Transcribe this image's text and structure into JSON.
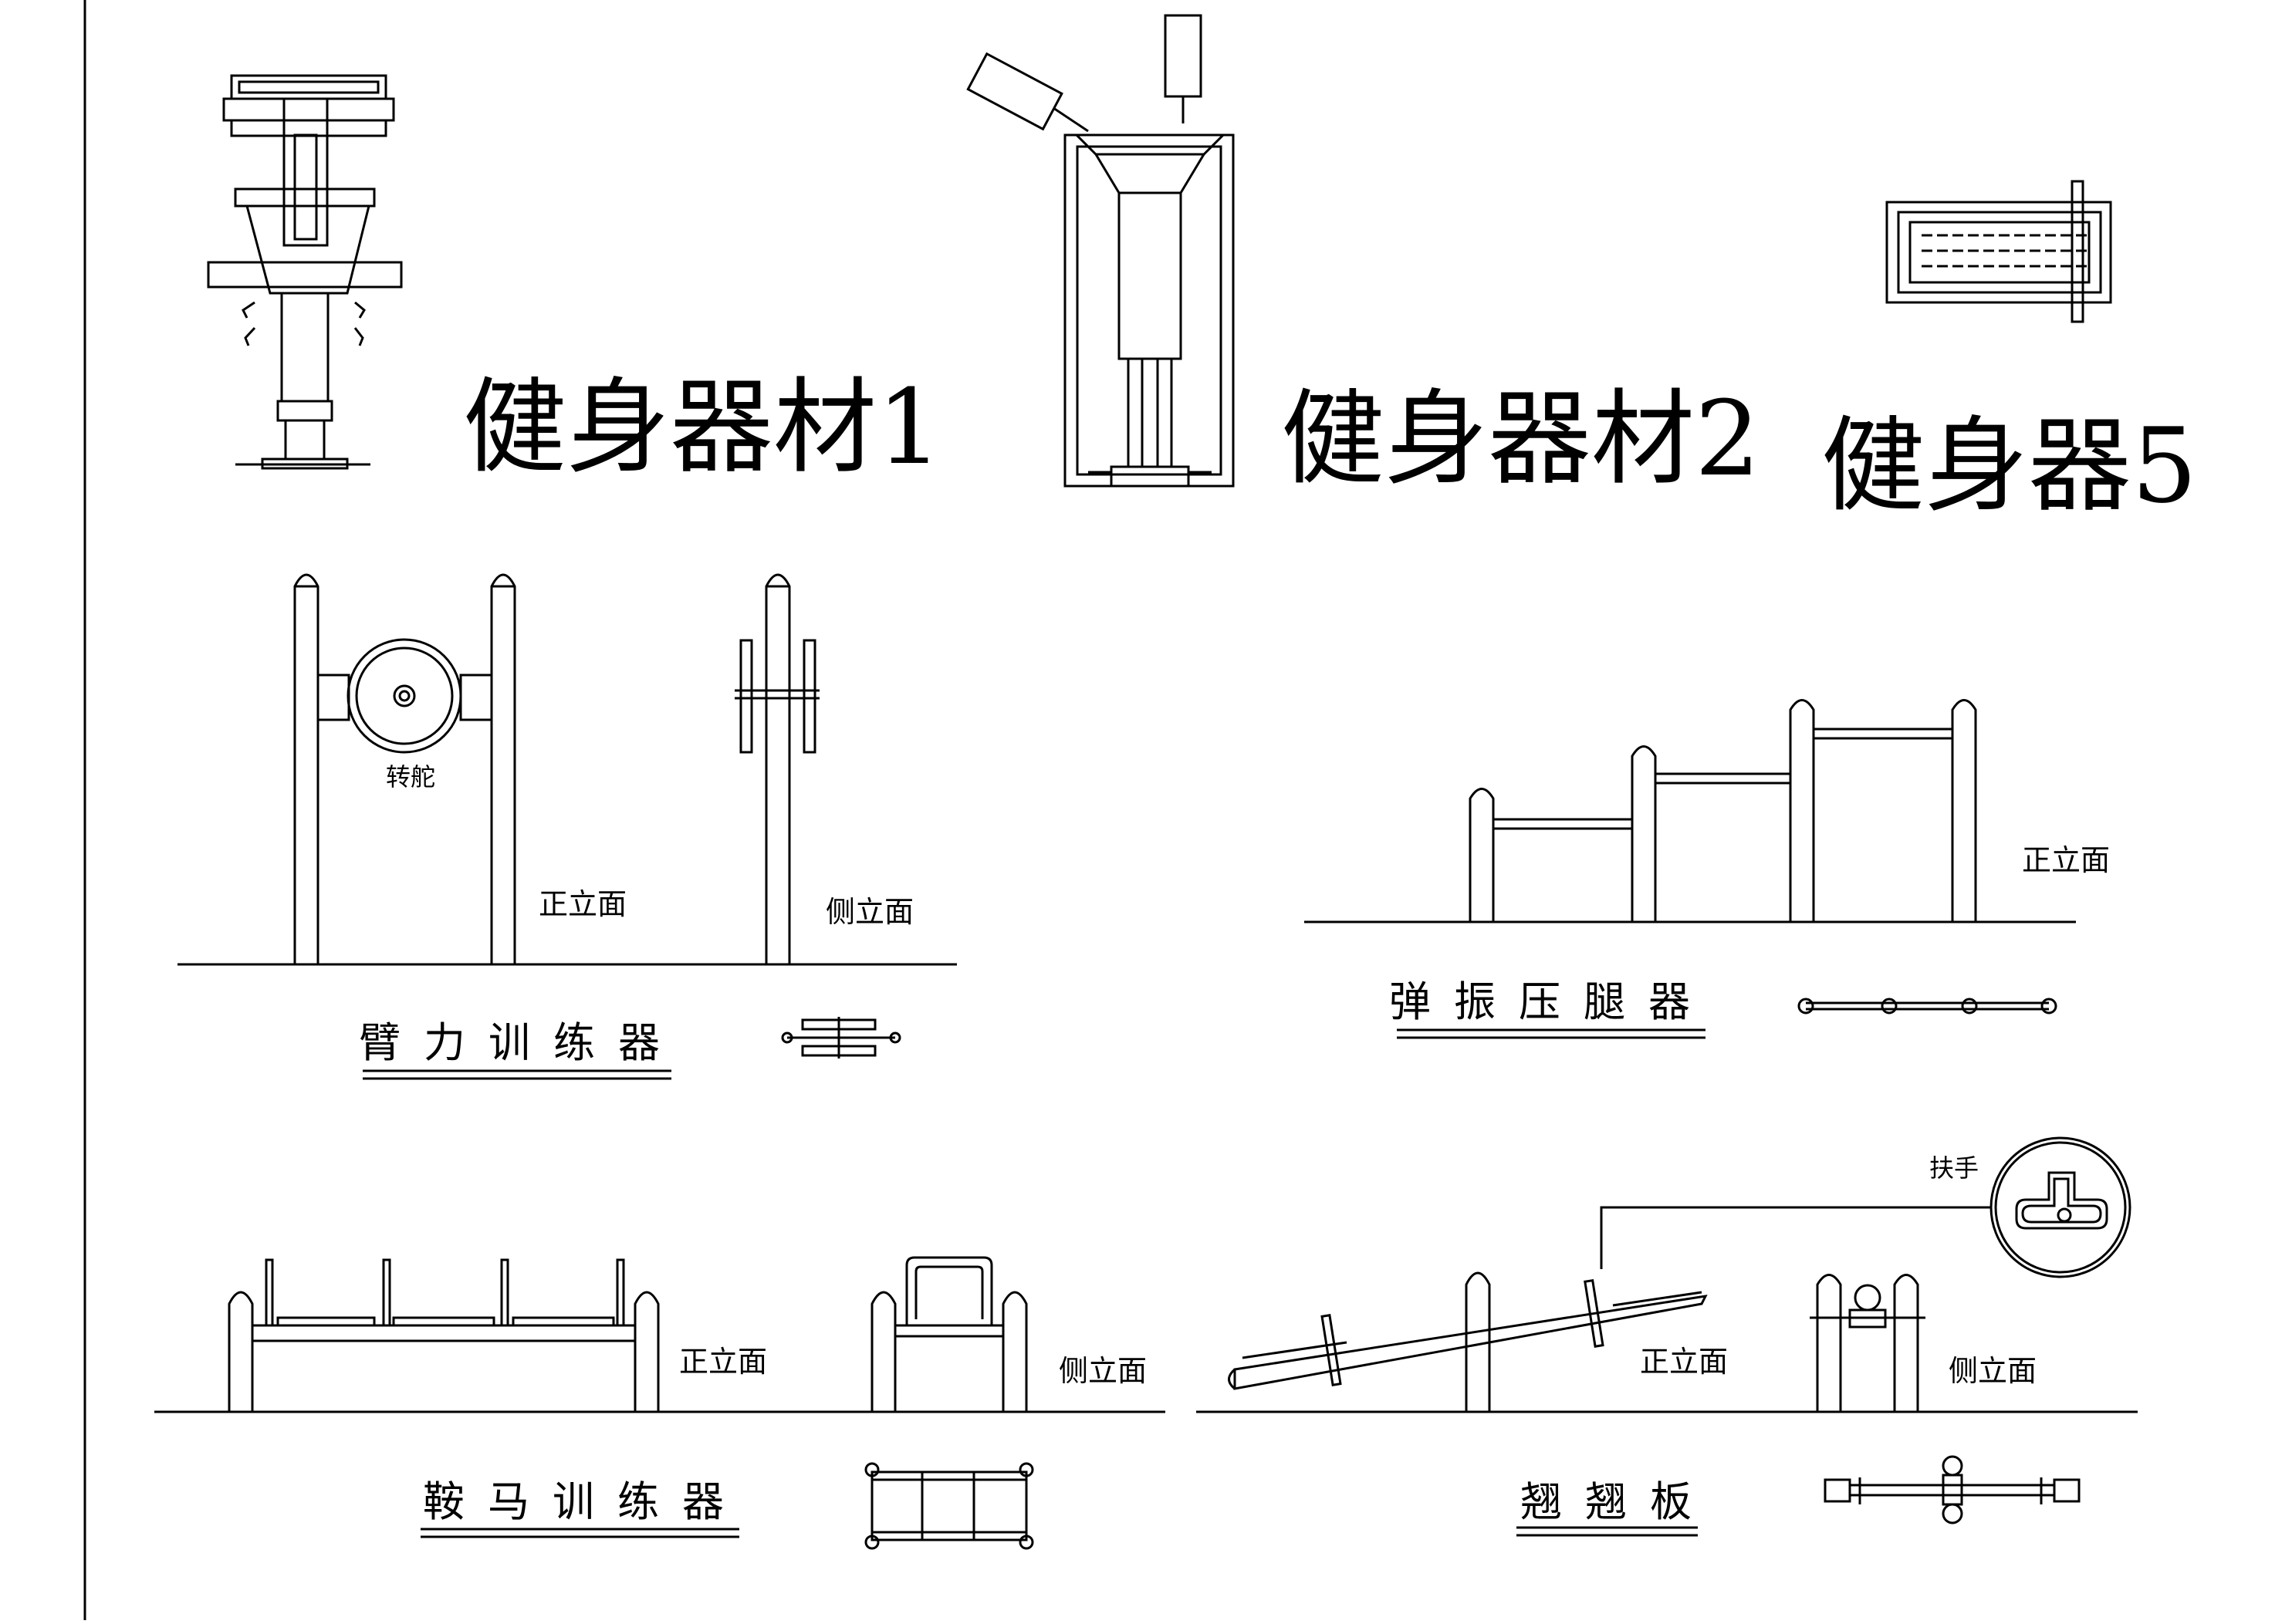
{
  "drawing": {
    "labels": {
      "equipment_1": "健身器材1",
      "equipment_2": "健身器材2",
      "equipment_5": "健身器5",
      "arm_trainer": "臂力训练器",
      "arm_trainer_wheel": "转舵",
      "arm_trainer_front": "正立面",
      "arm_trainer_side": "侧立面",
      "leg_press": "弹振压腿器",
      "leg_press_front": "正立面",
      "saddle_trainer": "鞍马训练器",
      "saddle_front": "正立面",
      "saddle_side": "侧立面",
      "seesaw": "翘翘板",
      "seesaw_front": "正立面",
      "seesaw_side": "侧立面",
      "seesaw_handle": "扶手"
    }
  }
}
